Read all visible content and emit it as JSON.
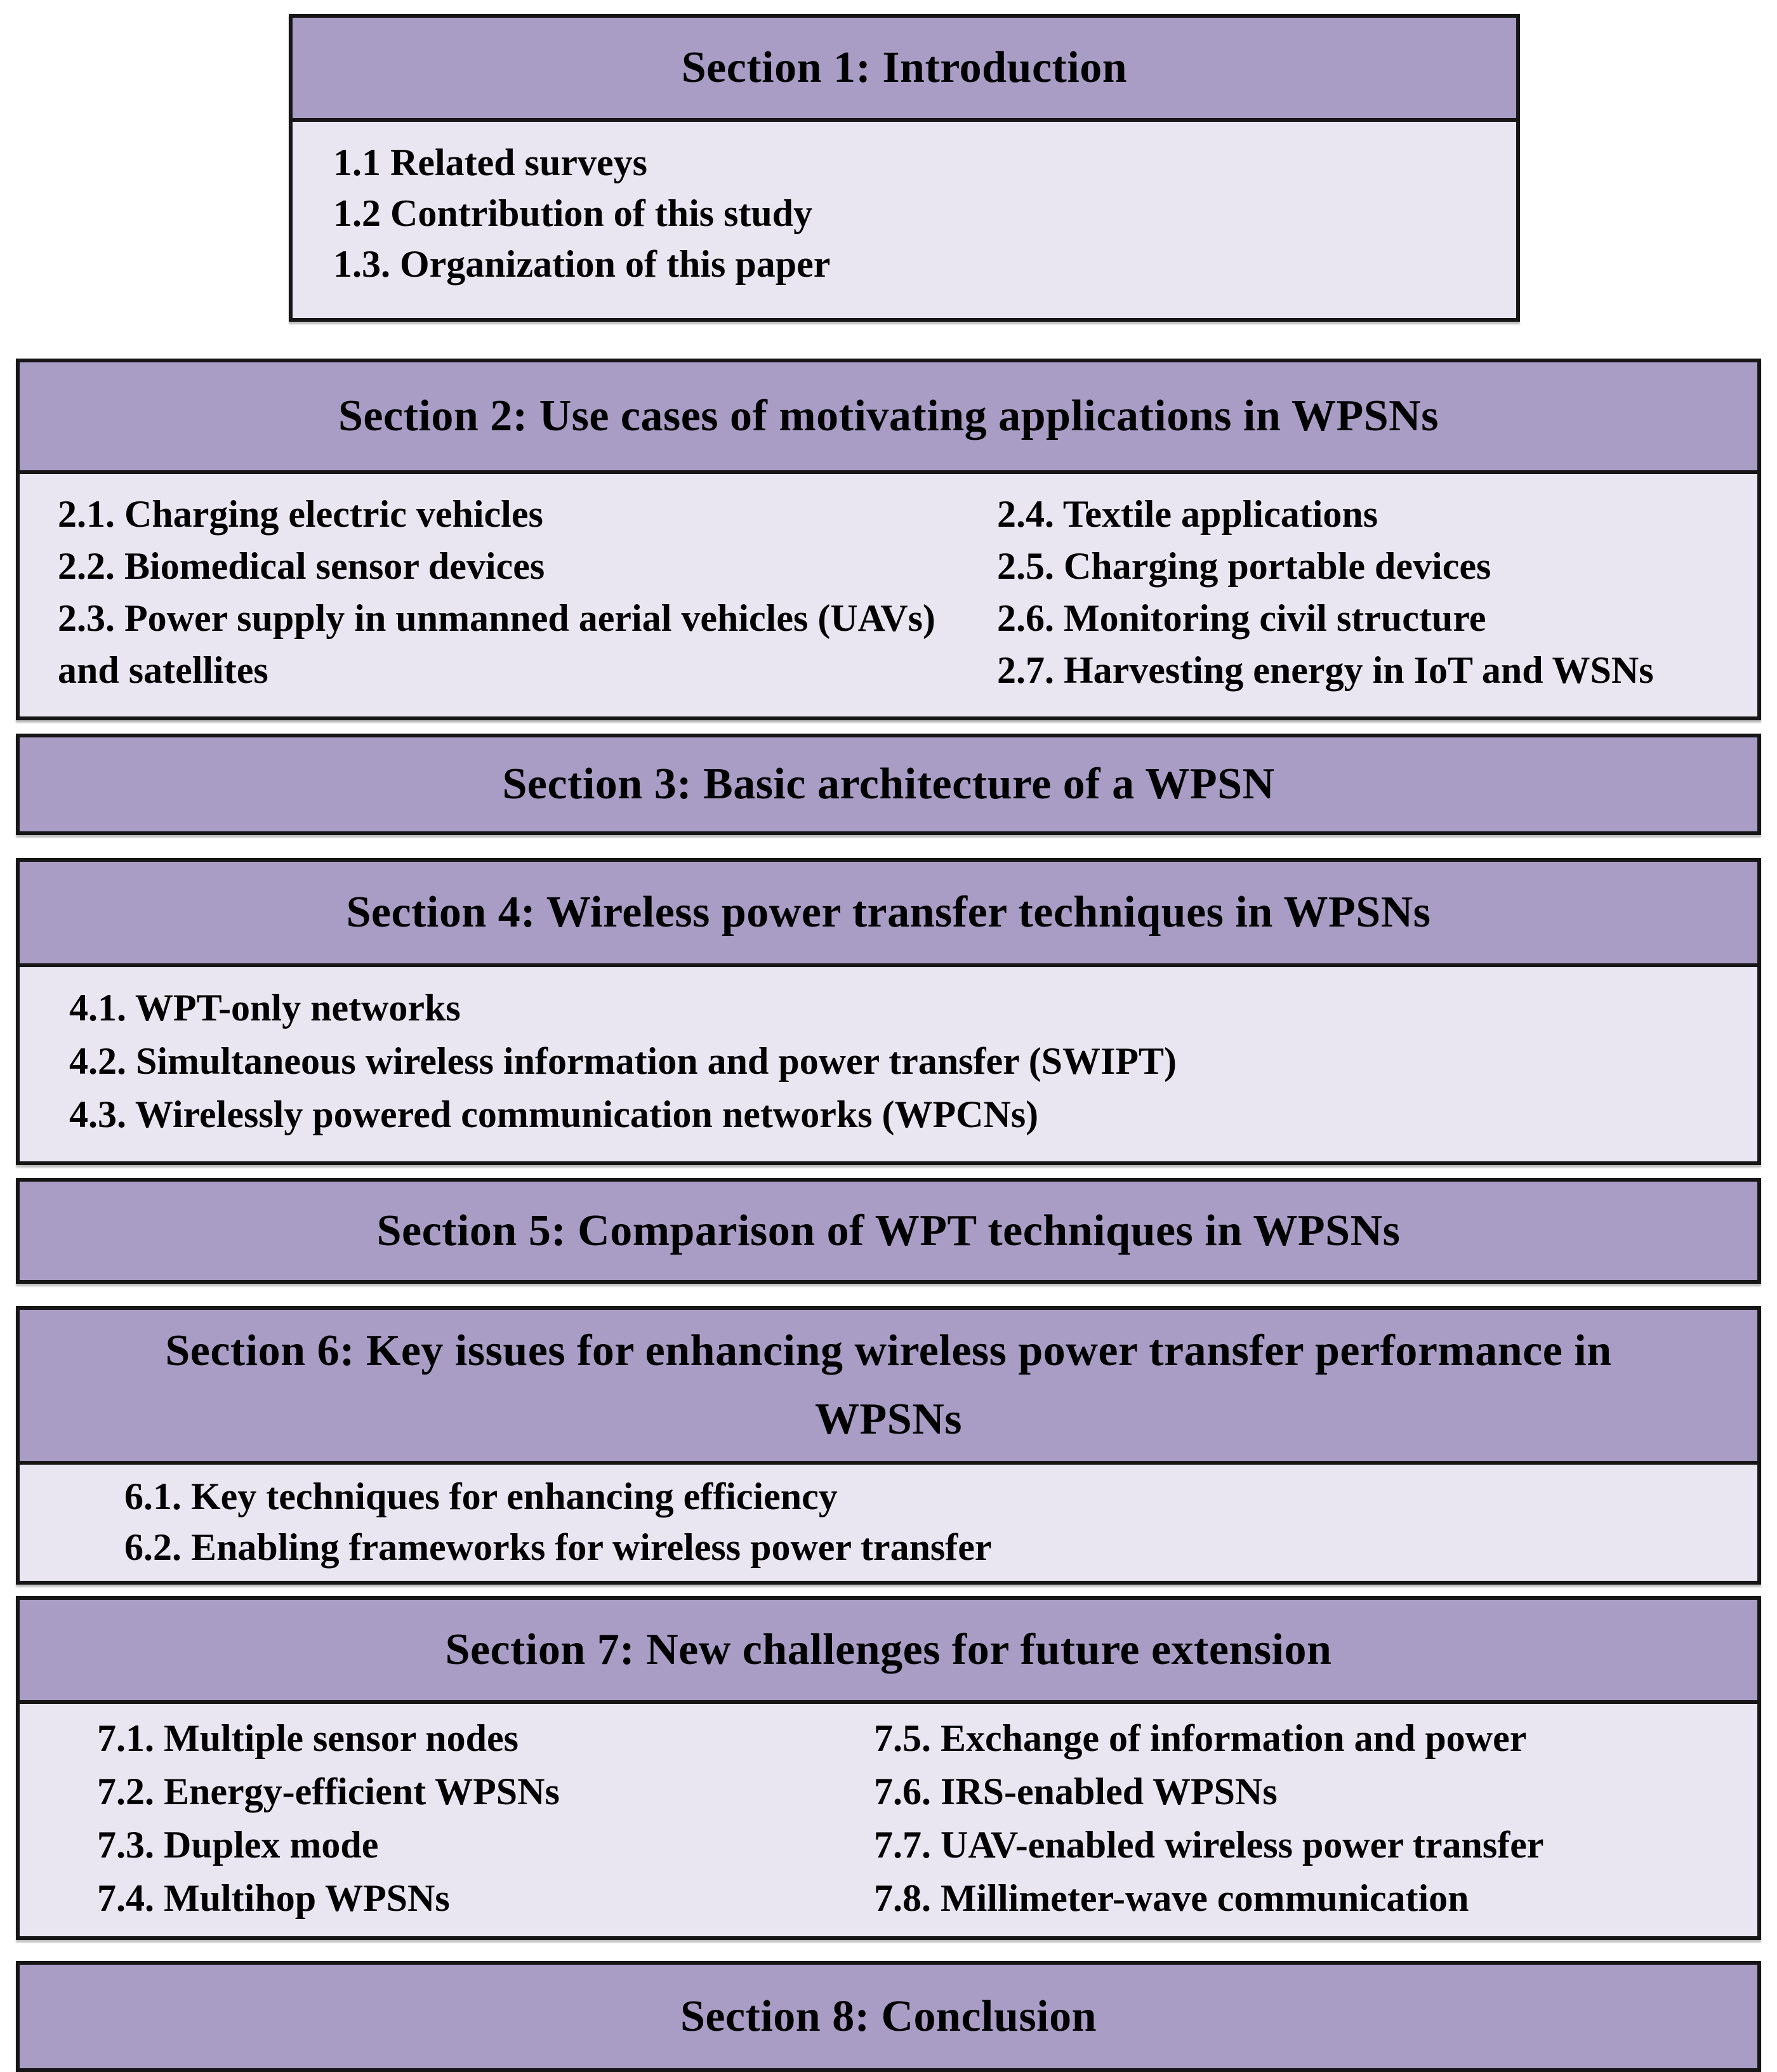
{
  "colors": {
    "header_bg": "#a99cc5",
    "body_bg": "#e9e6f1",
    "border": "#161616",
    "page_bg": "#ffffff",
    "text": "#000000"
  },
  "sections": [
    {
      "title": "Section 1: Introduction",
      "items": [
        "1.1 Related surveys",
        "1.2 Contribution of this study",
        "1.3. Organization of this paper"
      ]
    },
    {
      "title": "Section 2: Use cases of motivating applications in WPSNs",
      "left": [
        "2.1. Charging electric vehicles",
        "2.2. Biomedical sensor devices",
        "2.3. Power supply in unmanned aerial vehicles (UAVs) and satellites"
      ],
      "right": [
        "2.4. Textile applications",
        "2.5. Charging portable devices",
        "2.6. Monitoring civil structure",
        "2.7. Harvesting energy in IoT and WSNs"
      ]
    },
    {
      "title": "Section 3: Basic architecture of a WPSN"
    },
    {
      "title": "Section 4: Wireless power transfer techniques in WPSNs",
      "items": [
        "4.1. WPT-only networks",
        "4.2. Simultaneous wireless information and power transfer (SWIPT)",
        "4.3. Wirelessly powered communication networks (WPCNs)"
      ]
    },
    {
      "title": "Section 5: Comparison of WPT techniques in WPSNs"
    },
    {
      "title": "Section 6: Key issues for enhancing wireless power transfer performance in WPSNs",
      "items": [
        "6.1. Key techniques for enhancing efficiency",
        "6.2. Enabling frameworks for wireless power transfer"
      ]
    },
    {
      "title": "Section 7: New challenges for future extension",
      "left": [
        "7.1. Multiple sensor nodes",
        "7.2. Energy-efficient WPSNs",
        "7.3. Duplex mode",
        "7.4. Multihop WPSNs"
      ],
      "right": [
        "7.5. Exchange of information and power",
        "7.6. IRS-enabled WPSNs",
        "7.7. UAV-enabled wireless power transfer",
        "7.8. Millimeter-wave communication"
      ]
    },
    {
      "title": "Section 8: Conclusion"
    }
  ]
}
